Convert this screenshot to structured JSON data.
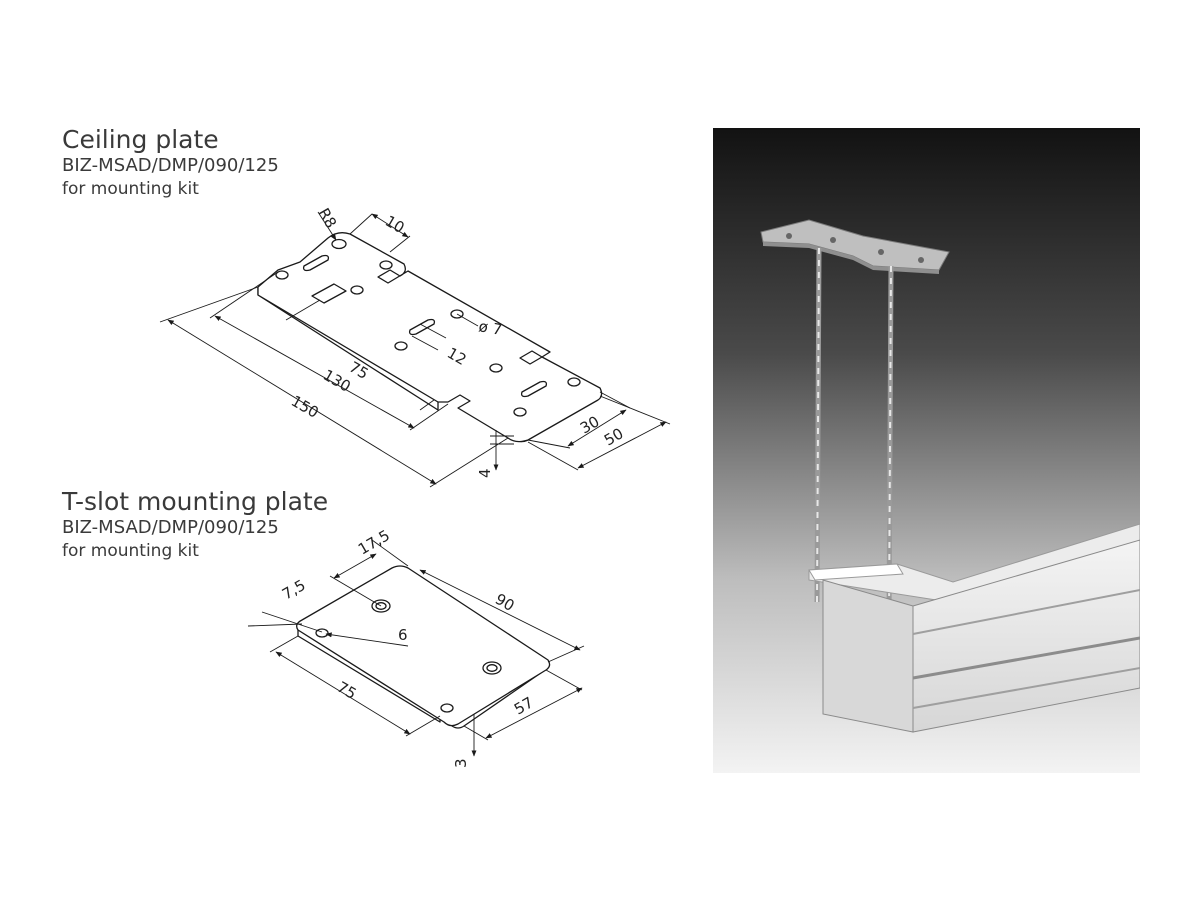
{
  "ceiling_plate": {
    "title": "Ceiling plate",
    "model": "BIZ-MSAD/DMP/090/125",
    "note": "for mounting kit",
    "dimensions": {
      "r8": "R8",
      "d10": "10",
      "d7": "ø 7",
      "d12": "12",
      "d75": "75",
      "d130": "130",
      "d150": "150",
      "d30": "30",
      "d50": "50",
      "d4": "4"
    }
  },
  "tslot_plate": {
    "title": "T-slot mounting plate",
    "model": "BIZ-MSAD/DMP/090/125",
    "note": "for mounting kit",
    "dimensions": {
      "d17_5": "17,5",
      "d7_5": "7,5",
      "d90": "90",
      "d6": "6",
      "d75": "75",
      "d57": "57",
      "d3": "3"
    }
  },
  "colors": {
    "line": "#1a1a1a",
    "photo_background_top": "#141414",
    "photo_background_bottom": "#f2f2f2"
  }
}
